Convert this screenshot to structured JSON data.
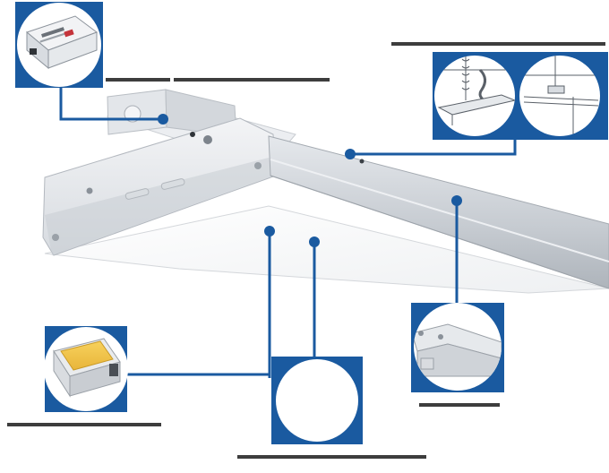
{
  "title": "",
  "callouts": [
    {
      "id": "driver",
      "label": "",
      "icon": "driver-box-icon"
    },
    {
      "id": "mounting",
      "label": "",
      "icon": "mounting-installation-icon"
    },
    {
      "id": "led-chip",
      "label": "",
      "icon": "led-chip-icon"
    },
    {
      "id": "lens",
      "label": "",
      "icon": "blank-detail-icon"
    },
    {
      "id": "end-cap",
      "label": "",
      "icon": "end-cap-detail-icon"
    }
  ],
  "colors": {
    "accent": "#1a5aa0",
    "label_bar": "#3d3d3d",
    "led_phosphor": "#f4c542",
    "fixture_body": "#e9ecef"
  }
}
